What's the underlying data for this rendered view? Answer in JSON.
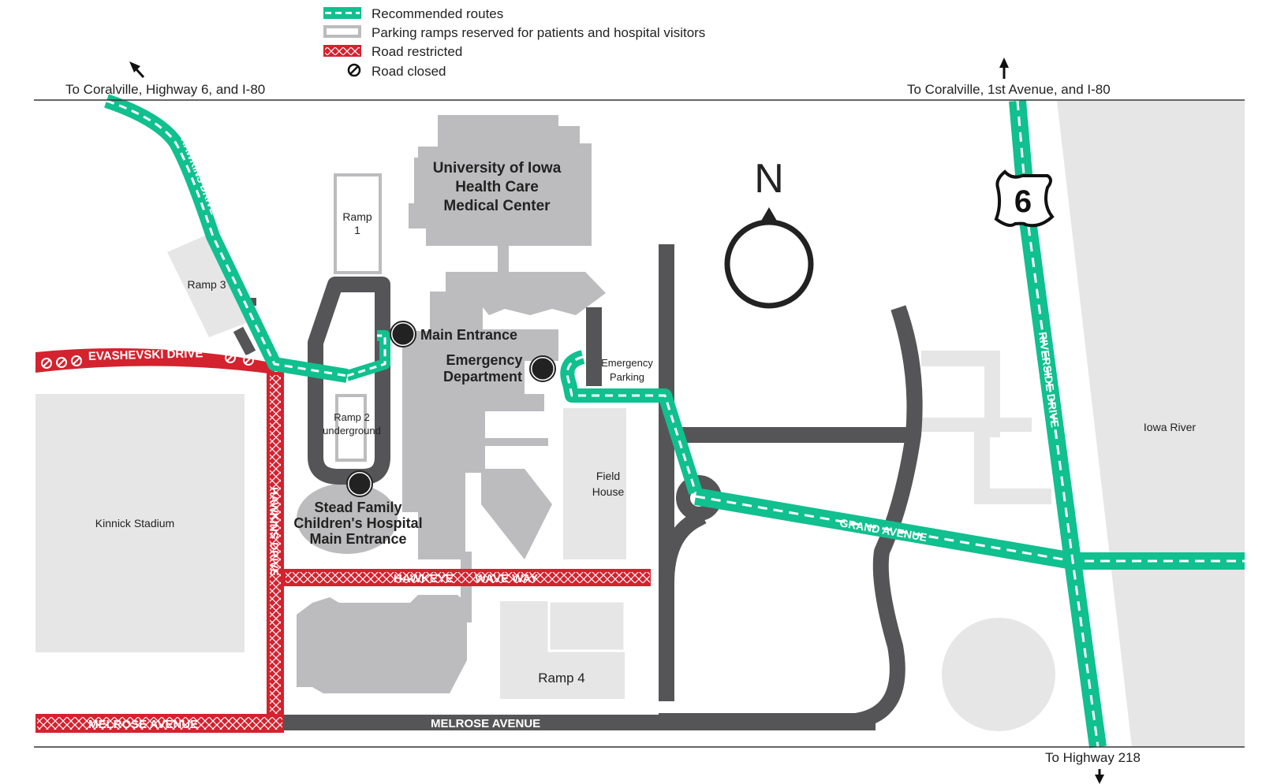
{
  "colors": {
    "route": "#10c08f",
    "restricted": "#d4222e",
    "road": "#555557",
    "building": "#bcbcbe",
    "building_light": "#e6e6e7",
    "river": "#e6e6e7"
  },
  "legend": {
    "recommended": "Recommended routes",
    "parking": "Parking ramps reserved for patients and hospital visitors",
    "restricted": "Road restricted",
    "closed": "Road closed"
  },
  "edges": {
    "top_left": "To Coralville, Highway 6, and I-80",
    "top_right": "To Coralville, 1st Avenue, and I-80",
    "bottom_right": "To Highway 218"
  },
  "hospital": {
    "line1": "University of Iowa",
    "line2": "Health Care",
    "line3": "Medical Center"
  },
  "entrances": {
    "main": "Main Entrance",
    "emergency_line1": "Emergency",
    "emergency_line2": "Department",
    "stead_line1": "Stead Family",
    "stead_line2": "Children's Hospital",
    "stead_line3": "Main Entrance"
  },
  "places": {
    "ramp1_line1": "Ramp",
    "ramp1_line2": "1",
    "ramp2_line1": "Ramp 2",
    "ramp2_line2": "underground",
    "ramp3": "Ramp 3",
    "ramp4": "Ramp 4",
    "emergency_parking_line1": "Emergency",
    "emergency_parking_line2": "Parking",
    "field_house_line1": "Field",
    "field_house_line2": "House",
    "kinnick": "Kinnick Stadium",
    "iowa_river": "Iowa River"
  },
  "roads": {
    "hawkins_north": "HAWKINS DRIVE",
    "hawkins_south": "HAWKINS DRIVE",
    "evashevski": "EVASHEVSKI DRIVE",
    "hawkeye": "HAWKEYE",
    "wave_way": "WAVE WAY",
    "melrose_west": "MELROSE AVENUE",
    "melrose_east": "MELROSE AVENUE",
    "grand": "GRAND AVENUE",
    "riverside": "RIVERSIDE DRIVE"
  },
  "compass": "N",
  "highway_shield": "6"
}
